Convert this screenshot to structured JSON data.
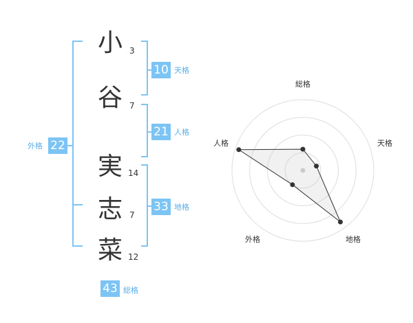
{
  "colors": {
    "accent": "#7cc4f4",
    "label_text": "#5aaee8",
    "text": "#333333"
  },
  "name": {
    "chars": [
      {
        "char": "小",
        "strokes": "3"
      },
      {
        "char": "谷",
        "strokes": "7"
      },
      {
        "char": "実",
        "strokes": "14"
      },
      {
        "char": "志",
        "strokes": "7"
      },
      {
        "char": "菜",
        "strokes": "12"
      }
    ]
  },
  "fortunes": {
    "tenkaku": {
      "value": "10",
      "label": "天格"
    },
    "jinkaku": {
      "value": "21",
      "label": "人格"
    },
    "chikaku": {
      "value": "33",
      "label": "地格"
    },
    "gaikaku": {
      "value": "22",
      "label": "外格"
    },
    "soukaku": {
      "value": "43",
      "label": "総格"
    }
  },
  "chart_data": {
    "type": "radar",
    "axes": [
      "総格",
      "天格",
      "地格",
      "外格",
      "人格"
    ],
    "values": [
      0.3,
      0.2,
      0.9,
      0.25,
      0.95
    ],
    "scale_max": 1,
    "rings": 4
  }
}
